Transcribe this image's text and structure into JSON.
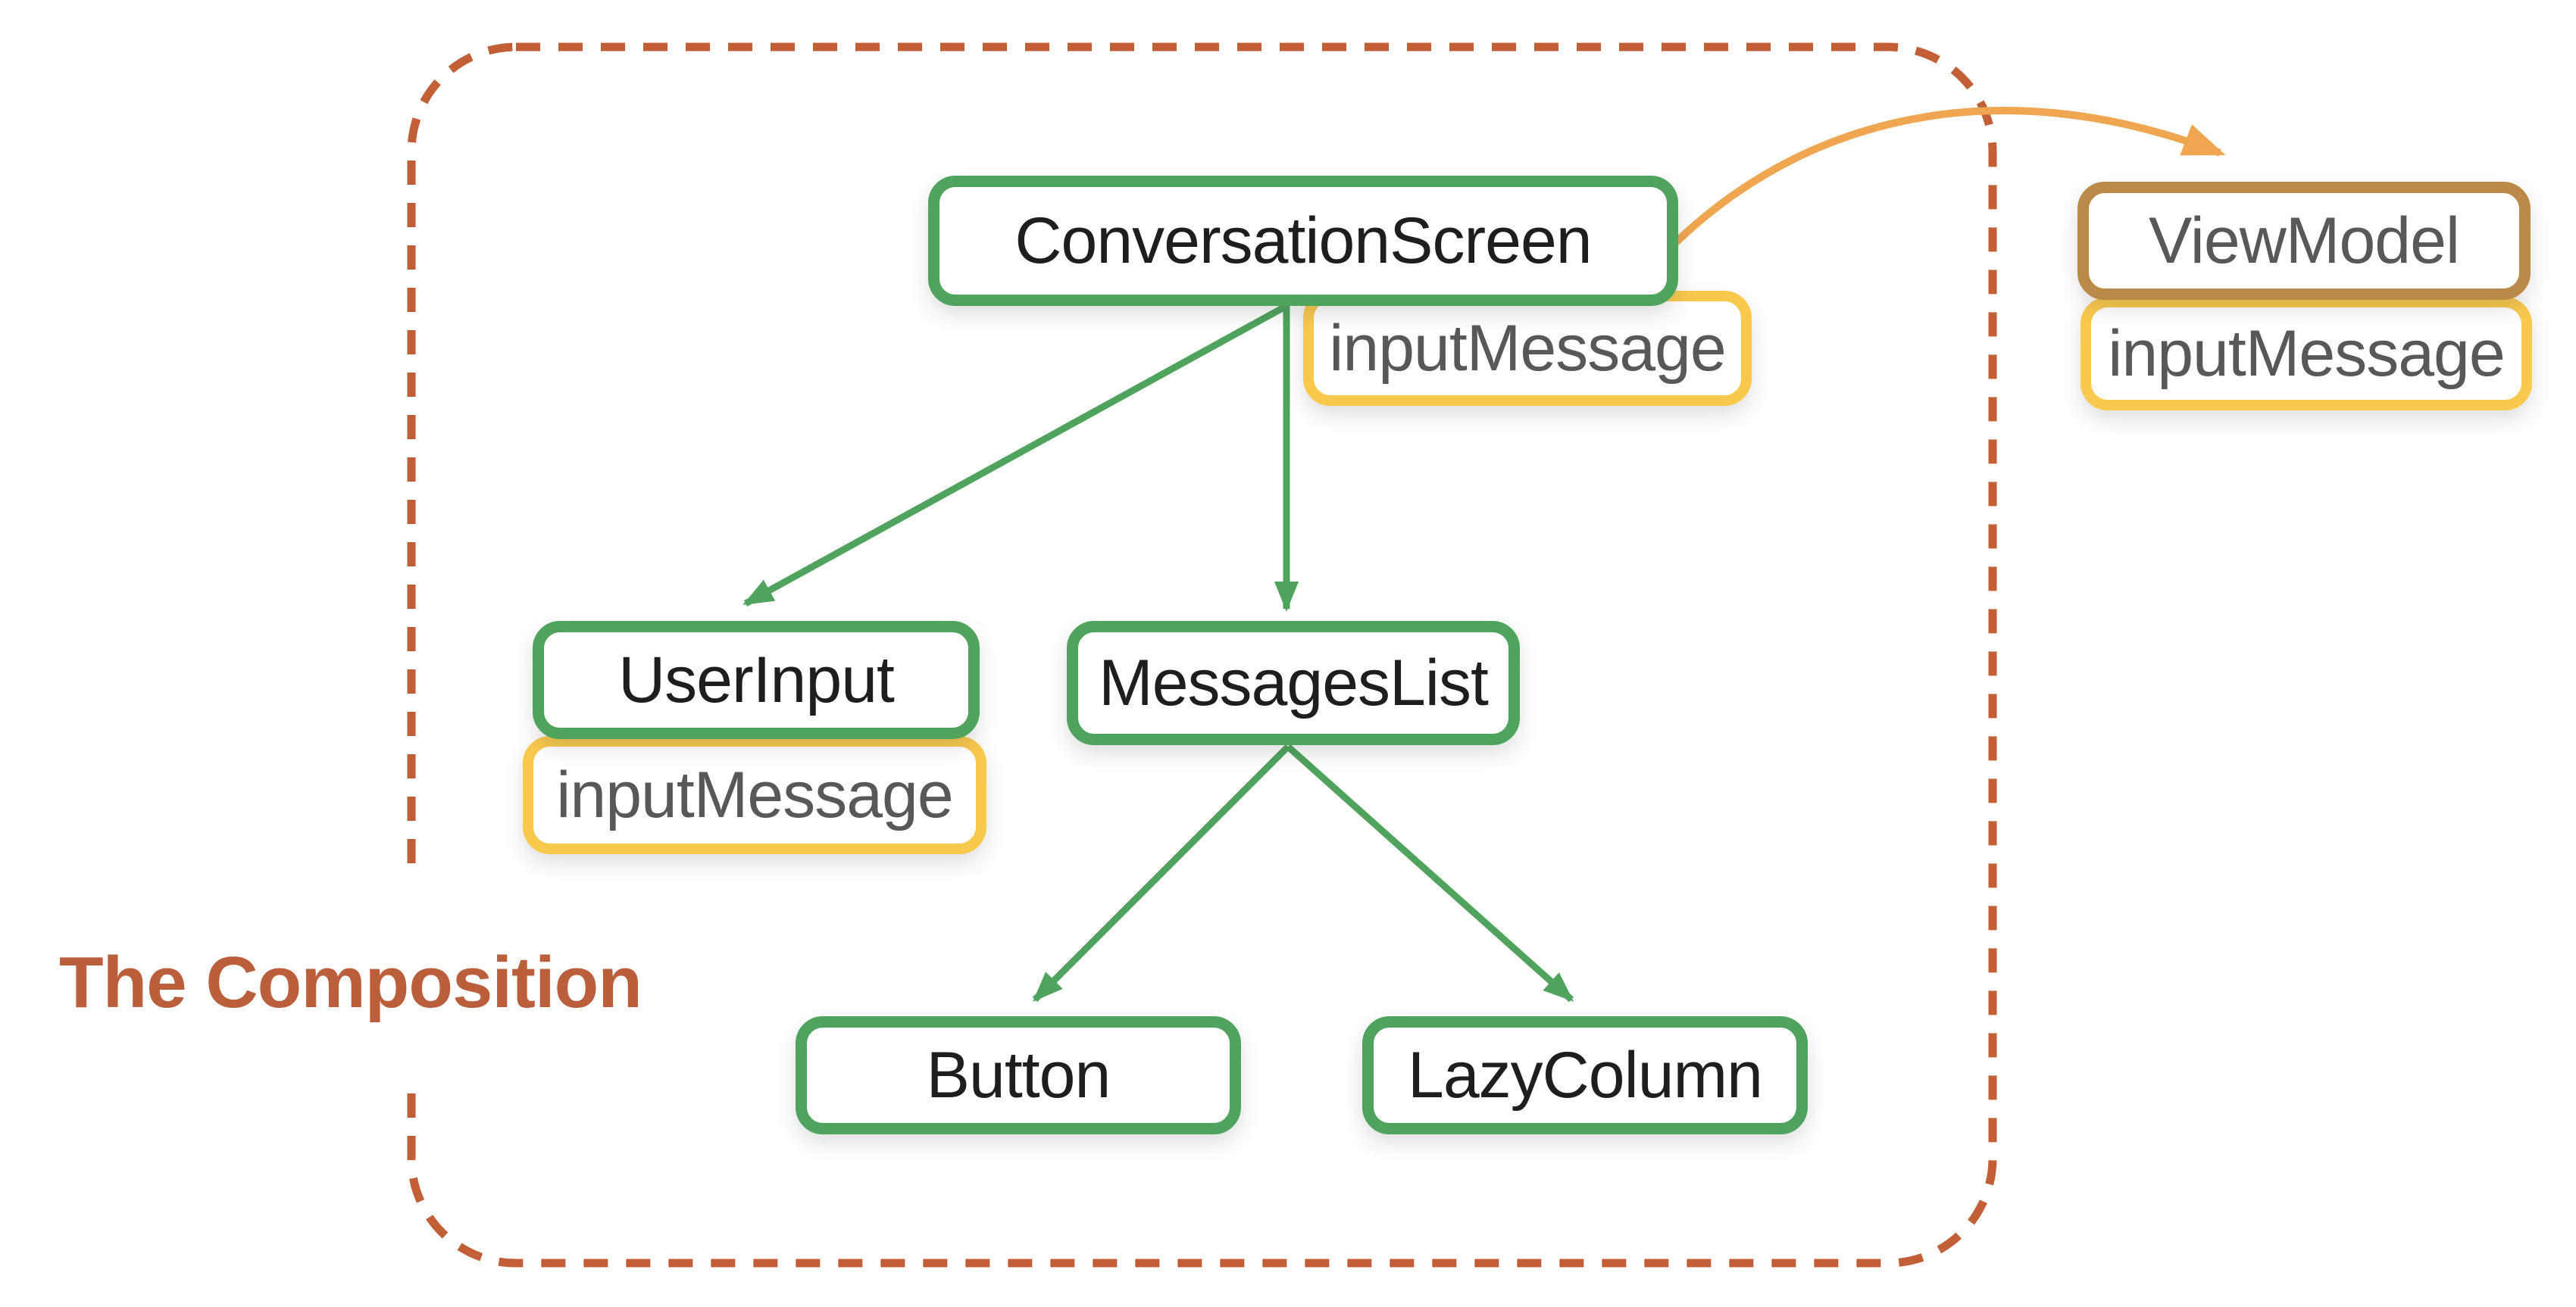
{
  "title": {
    "label": "The Composition"
  },
  "nodes": {
    "conversation_screen": {
      "label": "ConversationScreen"
    },
    "conversation_screen_state": {
      "label": "inputMessage"
    },
    "user_input": {
      "label": "UserInput"
    },
    "user_input_state": {
      "label": "inputMessage"
    },
    "messages_list": {
      "label": "MessagesList"
    },
    "button": {
      "label": "Button"
    },
    "lazy_column": {
      "label": "LazyColumn"
    },
    "view_model": {
      "label": "ViewModel"
    },
    "view_model_state": {
      "label": "inputMessage"
    }
  },
  "edges": [
    {
      "from": "ConversationScreen",
      "to": "UserInput",
      "style": "green-arrow"
    },
    {
      "from": "ConversationScreen",
      "to": "MessagesList",
      "style": "green-arrow"
    },
    {
      "from": "MessagesList",
      "to": "Button",
      "style": "green-arrow"
    },
    {
      "from": "MessagesList",
      "to": "LazyColumn",
      "style": "green-arrow"
    },
    {
      "from": "ConversationScreen",
      "to": "ViewModel",
      "style": "orange-curved-arrow"
    }
  ],
  "colors": {
    "composable_border": "#4FA35C",
    "state_border": "#F9C94E",
    "viewmodel_border": "#BC8A48",
    "edge_green": "#4FA35C",
    "edge_orange": "#F0A650",
    "boundary_dash": "#C25F37",
    "title_text": "#BA5E3C",
    "label_dark": "#1E1E1E",
    "label_gray": "#58585B",
    "page_bg": "#FFFFFF"
  }
}
